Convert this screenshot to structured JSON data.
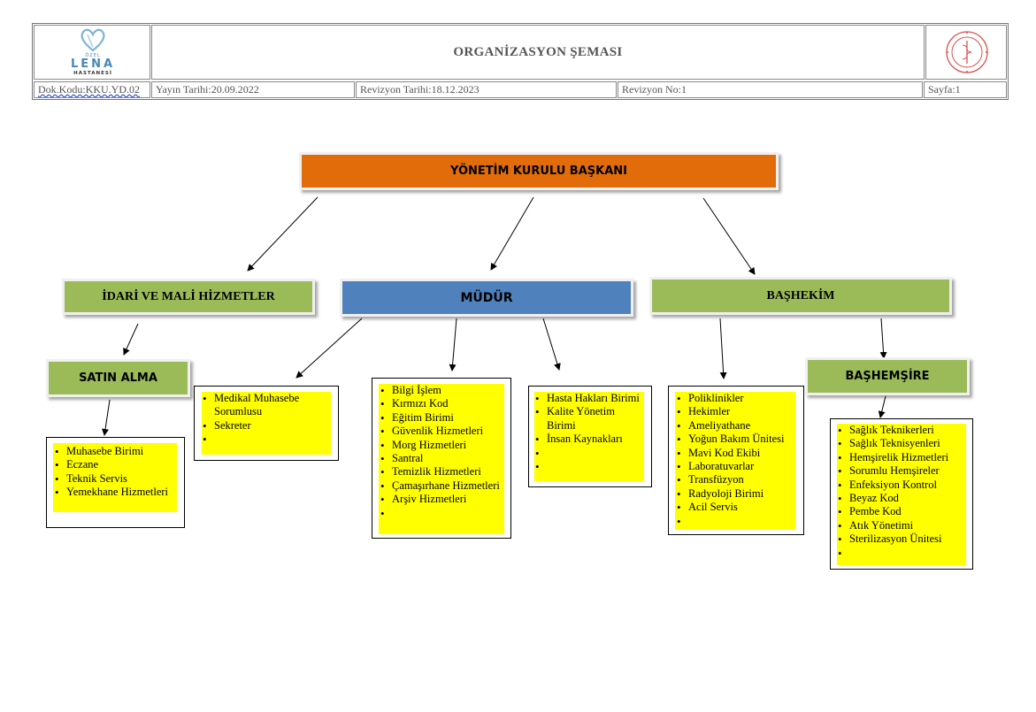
{
  "header": {
    "title": "ORGANİZASYON ŞEMASI",
    "logo": {
      "small": "ÖZEL",
      "name": "LENA",
      "sub": "HASTANESİ"
    },
    "doc_code": "Dok.Kodu:KKU.YD.02",
    "publish_date": "Yayın Tarihi:20.09.2022",
    "revision_date": "Revizyon Tarihi:18.12.2023",
    "revision_no": "Revizyon No:1",
    "page": "Sayfa:1"
  },
  "chart": {
    "top": "YÖNETİM KURULU BAŞKANI",
    "idari": "İDARİ VE MALİ HİZMETLER",
    "mudur": "MÜDÜR",
    "bashekim": "BAŞHEKİM",
    "satin_alma": "SATIN ALMA",
    "bashemsire": "BAŞHEMŞİRE",
    "lists": {
      "satin_alma": [
        "Muhasebe Birimi",
        "Eczane",
        "Teknik Servis",
        "Yemekhane Hizmetleri"
      ],
      "mudur_left": [
        "Medikal Muhasebe Sorumlusu",
        "Sekreter",
        ""
      ],
      "mudur_center": [
        "Bilgi İşlem",
        "Kırmızı Kod",
        "Eğitim Birimi",
        "Güvenlik Hizmetleri",
        "Morg Hizmetleri",
        "Santral",
        "Temizlik Hizmetleri",
        "Çamaşırhane Hizmetleri",
        "Arşiv Hizmetleri",
        ""
      ],
      "mudur_right": [
        "Hasta Hakları Birimi",
        "Kalite Yönetim Birimi",
        "İnsan Kaynakları",
        "",
        ""
      ],
      "bashekim": [
        "Poliklinikler",
        "Hekimler",
        "Ameliyathane",
        "Yoğun Bakım Ünitesi",
        "Mavi Kod Ekibi",
        "Laboratuvarlar",
        "Transfüzyon",
        "Radyoloji Birimi",
        "Acil Servis",
        ""
      ],
      "bashemsire": [
        "Sağlık Teknikerleri",
        "Sağlık Teknisyenleri",
        "Hemşirelik Hizmetleri",
        "Sorumlu Hemşireler",
        "Enfeksiyon Kontrol",
        "Beyaz Kod",
        "Pembe Kod",
        "Atık Yönetimi",
        "Sterilizasyon Ünitesi",
        ""
      ]
    }
  },
  "colors": {
    "orange": "#e36c0a",
    "green": "#9bbb59",
    "blue": "#4f81bd",
    "yellow": "#ffff00"
  }
}
